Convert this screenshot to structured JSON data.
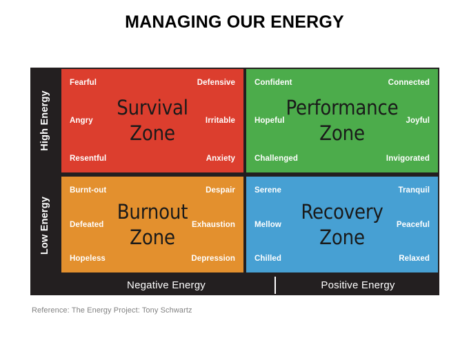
{
  "title": "MANAGING OUR ENERGY",
  "axes": {
    "y_high": "High Energy",
    "y_low": "Low Energy",
    "x_negative": "Negative Energy",
    "x_positive": "Positive Energy"
  },
  "quadrants": {
    "survival": {
      "name_line1": "Survival",
      "name_line2": "Zone",
      "color": "#dc3e2e",
      "words": {
        "top_left": "Fearful",
        "top_right": "Defensive",
        "middle_left": "Angry",
        "middle_right": "Irritable",
        "bottom_left": "Resentful",
        "bottom_right": "Anxiety"
      }
    },
    "performance": {
      "name_line1": "Performance",
      "name_line2": "Zone",
      "color": "#4cac4b",
      "words": {
        "top_left": "Confident",
        "top_right": "Connected",
        "middle_left": "Hopeful",
        "middle_right": "Joyful",
        "bottom_left": "Challenged",
        "bottom_right": "Invigorated"
      }
    },
    "burnout": {
      "name_line1": "Burnout",
      "name_line2": "Zone",
      "color": "#e3902e",
      "words": {
        "top_left": "Burnt-out",
        "top_right": "Despair",
        "middle_left": "Defeated",
        "middle_right": "Exhaustion",
        "bottom_left": "Hopeless",
        "bottom_right": "Depression"
      }
    },
    "recovery": {
      "name_line1": "Recovery",
      "name_line2": "Zone",
      "color": "#47a0d3",
      "words": {
        "top_left": "Serene",
        "top_right": "Tranquil",
        "middle_left": "Mellow",
        "middle_right": "Peaceful",
        "bottom_left": "Chilled",
        "bottom_right": "Relaxed"
      }
    }
  },
  "reference": "Reference: The Energy Project: Tony Schwartz",
  "colors": {
    "frame": "#231f20",
    "background": "#ffffff",
    "word_text": "#ffffff",
    "zone_title_text": "#1a1a1a",
    "reference_text": "#808080"
  }
}
